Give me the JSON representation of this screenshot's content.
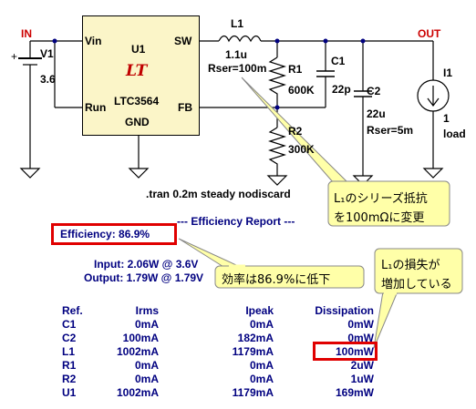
{
  "schematic": {
    "in_label": "IN",
    "out_label": "OUT",
    "v1": {
      "name": "V1",
      "value": "3.6",
      "plus": "+"
    },
    "u1": {
      "name": "U1",
      "part": "LTC3564",
      "logo": "LT",
      "pins": {
        "vin": "Vin",
        "sw": "SW",
        "run": "Run",
        "fb": "FB",
        "gnd": "GND"
      }
    },
    "l1": {
      "name": "L1",
      "value": "1.1u",
      "rser": "Rser=100m"
    },
    "r1": {
      "name": "R1",
      "value": "600K"
    },
    "r2": {
      "name": "R2",
      "value": "300K"
    },
    "c1": {
      "name": "C1",
      "value": "22p"
    },
    "c2": {
      "name": "C2",
      "value": "22u",
      "rser": "Rser=5m"
    },
    "i1": {
      "name": "I1",
      "value": "1",
      "mode": "load"
    },
    "directive": ".tran 0.2m steady nodiscard"
  },
  "callouts": {
    "l1_series_resistance": {
      "line1": "L₁のシリーズ抵抗",
      "line2": "を100mΩに変更"
    },
    "efficiency_drop": "効率は86.9%に低下",
    "loss_increase": {
      "line1": "L₁の損失が",
      "line2": "増加している"
    }
  },
  "report": {
    "title": "--- Efficiency Report ---",
    "efficiency": "Efficiency: 86.9%",
    "input": "Input: 2.06W @ 3.6V",
    "output": "Output: 1.79W @ 1.79V",
    "columns": [
      "Ref.",
      "Irms",
      "Ipeak",
      "Dissipation"
    ],
    "rows": [
      [
        "C1",
        "0mA",
        "0mA",
        "0mW"
      ],
      [
        "C2",
        "100mA",
        "182mA",
        "0mW"
      ],
      [
        "L1",
        "1002mA",
        "1179mA",
        "100mW"
      ],
      [
        "R1",
        "0mA",
        "0mA",
        "2uW"
      ],
      [
        "R2",
        "0mA",
        "0mA",
        "1uW"
      ],
      [
        "U1",
        "1002mA",
        "1179mA",
        "169mW"
      ]
    ]
  },
  "colors": {
    "highlight": "#e00000",
    "callout_fill": "#ffffa8",
    "ic_fill": "#fbf5c8",
    "report_text": "#000080",
    "net_label": "#cc0000"
  }
}
